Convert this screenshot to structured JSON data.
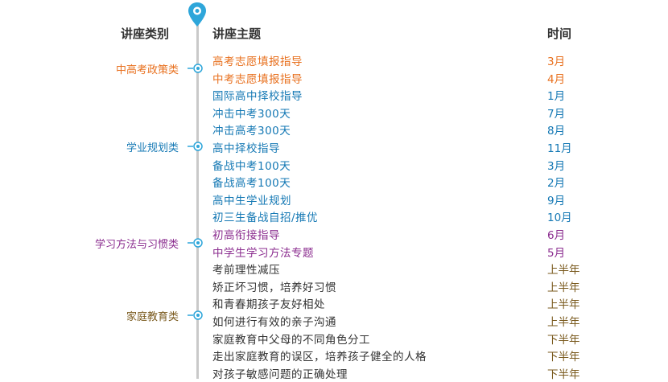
{
  "headers": {
    "category": "讲座类别",
    "topic": "讲座主题",
    "time": "时间"
  },
  "colors": {
    "orange": "#e8701e",
    "blue": "#1478b4",
    "purple": "#8b2d8f",
    "brown": "#7a5a1e",
    "timeline": "#c9c9c9",
    "pin": "#2ea6da"
  },
  "categories": [
    {
      "label": "中高考政策类",
      "color": "#e8701e"
    },
    {
      "label": "学业规划类",
      "color": "#1478b4"
    },
    {
      "label": "学习方法与习惯类",
      "color": "#8b2d8f"
    },
    {
      "label": "家庭教育类",
      "color": "#7a5a1e"
    }
  ],
  "rows": [
    {
      "topic": "高考志愿填报指导",
      "time": "3月",
      "color": "#e8701e"
    },
    {
      "topic": "中考志愿填报指导",
      "time": "4月",
      "color": "#e8701e"
    },
    {
      "topic": "国际高中择校指导",
      "time": "1月",
      "color": "#1478b4"
    },
    {
      "topic": "冲击中考300天",
      "time": "7月",
      "color": "#1478b4"
    },
    {
      "topic": "冲击高考300天",
      "time": "8月",
      "color": "#1478b4"
    },
    {
      "topic": "高中择校指导",
      "time": "11月",
      "color": "#1478b4"
    },
    {
      "topic": "备战中考100天",
      "time": "3月",
      "color": "#1478b4"
    },
    {
      "topic": "备战高考100天",
      "time": "2月",
      "color": "#1478b4"
    },
    {
      "topic": "高中生学业规划",
      "time": "9月",
      "color": "#1478b4"
    },
    {
      "topic": "初三生备战自招/推优",
      "time": "10月",
      "color": "#1478b4"
    },
    {
      "topic": "初高衔接指导",
      "time": "6月",
      "color": "#8b2d8f"
    },
    {
      "topic": "中学生学习方法专题",
      "time": "5月",
      "color": "#8b2d8f"
    },
    {
      "topic": "考前理性减压",
      "time": "上半年",
      "color": "#333333",
      "time_color": "#7a5a1e"
    },
    {
      "topic": "矫正坏习惯，培养好习惯",
      "time": "上半年",
      "color": "#333333",
      "time_color": "#7a5a1e"
    },
    {
      "topic": "和青春期孩子友好相处",
      "time": "上半年",
      "color": "#333333",
      "time_color": "#7a5a1e"
    },
    {
      "topic": "如何进行有效的亲子沟通",
      "time": "上半年",
      "color": "#333333",
      "time_color": "#7a5a1e"
    },
    {
      "topic": "家庭教育中父母的不同角色分工",
      "time": "下半年",
      "color": "#333333",
      "time_color": "#7a5a1e"
    },
    {
      "topic": "走出家庭教育的误区，培养孩子健全的人格",
      "time": "下半年",
      "color": "#333333",
      "time_color": "#7a5a1e"
    },
    {
      "topic": "对孩子敏感问题的正确处理",
      "time": "下半年",
      "color": "#333333",
      "time_color": "#7a5a1e"
    }
  ]
}
